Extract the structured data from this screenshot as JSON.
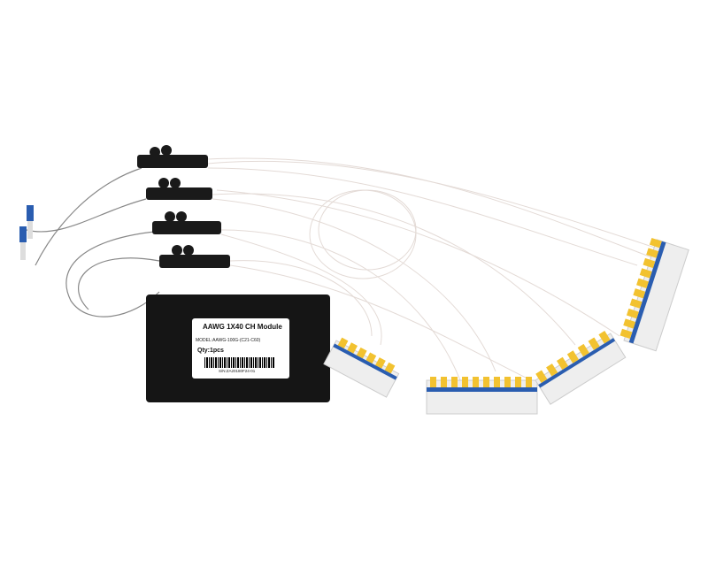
{
  "product_label": {
    "title": "AAWG 1X40 CH Module",
    "model": "MODEL:AAWG-100G-(C21-C60)",
    "quantity": "Qty:1pcs",
    "serial": "S/N:ZA20180F24-01"
  },
  "colors": {
    "module_body": "#151515",
    "connector_yellow": "#f2c230",
    "connector_blue": "#2a5db0",
    "fiber": "#e8e0dc"
  }
}
